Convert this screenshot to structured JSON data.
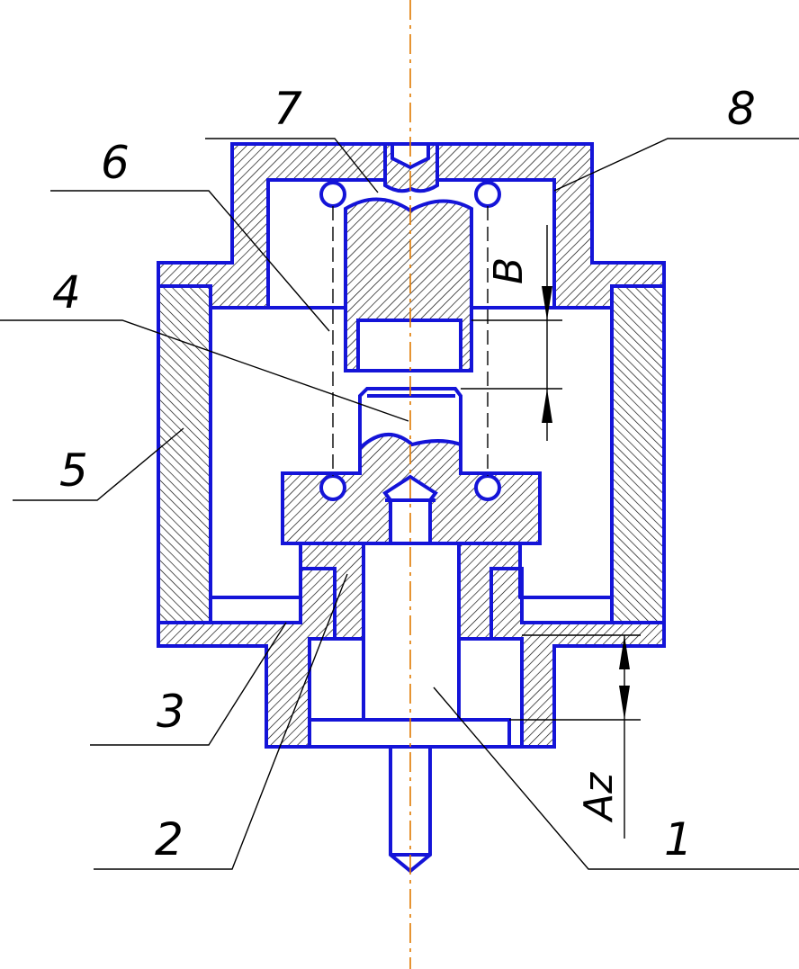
{
  "diagram": {
    "part_labels": [
      "1",
      "2",
      "3",
      "4",
      "5",
      "6",
      "7",
      "8"
    ],
    "dimension_labels": {
      "b": "B",
      "az": "Az"
    },
    "colors": {
      "contour": "#1414d8",
      "hatch": "#000000",
      "axis": "#e07a00",
      "leader": "#000000"
    }
  }
}
